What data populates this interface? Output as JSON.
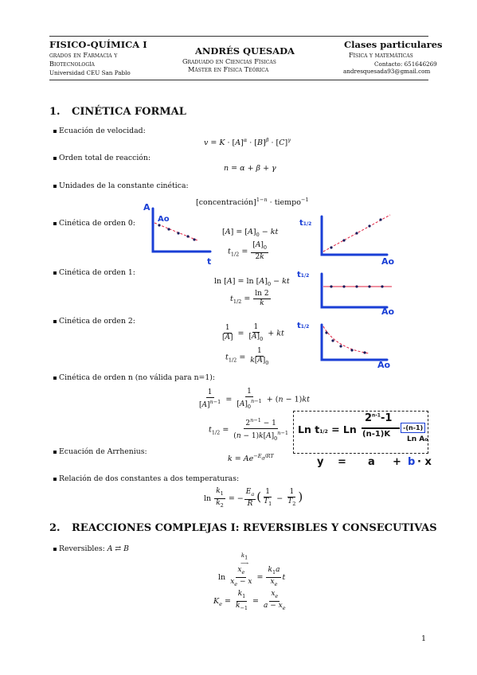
{
  "header": {
    "course_title": "FISICO-QUÍMICA I",
    "course_line1": "grados en Farmacia y",
    "course_line2": "Biotecnología",
    "university": "Universidad CEU San Pablo",
    "author": "ANDRÉS QUESADA",
    "author_line1": "Graduado en Ciencias Físicas",
    "author_line2": "Máster en Física Teórica",
    "right_title": "Clases particulares",
    "right_line1": "Física y matemáticas",
    "contact": "Contacto: 651646269",
    "email": "andresquesada93@gmail.com"
  },
  "section1": {
    "number": "1.",
    "title": "CINÉTICA FORMAL",
    "items": [
      "Ecuación de velocidad:",
      "Orden total de reacción:",
      "Unidades de la constante cinética:",
      "Cinética de orden 0:",
      "Cinética de orden 1:",
      "Cinética de orden 2:",
      "Cinética de orden n (no válida para n=1):",
      "Ecuación de Arrhenius:",
      "Relación de dos constantes a dos temperaturas:"
    ]
  },
  "section2": {
    "number": "2.",
    "title": "REACCIONES COMPLEJAS I: REVERSIBLES Y CONSECUTIVAS",
    "items": [
      "Reversibles:"
    ]
  },
  "handwriting": {
    "axis_A": "A",
    "axis_A0": "Ao",
    "axis_t": "t",
    "axis_t12": "t",
    "axis_A0_label": "Ao",
    "box_eq_left": "Ln t",
    "box_eq_sub": "1/2",
    "box_eq_mid": "= Ln",
    "box_num": "2",
    "box_num_exp": "n-1",
    "box_num_minus": "-1",
    "box_den": "(n-1)K",
    "box_blue": "-(n-1)",
    "box_tail": "Ln A",
    "box_tail_sub": "o",
    "row_y": "y",
    "row_eq": "=",
    "row_a": "a",
    "row_plus": "+",
    "row_b": "b",
    "row_x": "· x"
  },
  "colors": {
    "ink_blue": "#1a3fd6",
    "ink_red": "#e02040",
    "ink_dark": "#1a1a5a"
  },
  "page_number": "1"
}
